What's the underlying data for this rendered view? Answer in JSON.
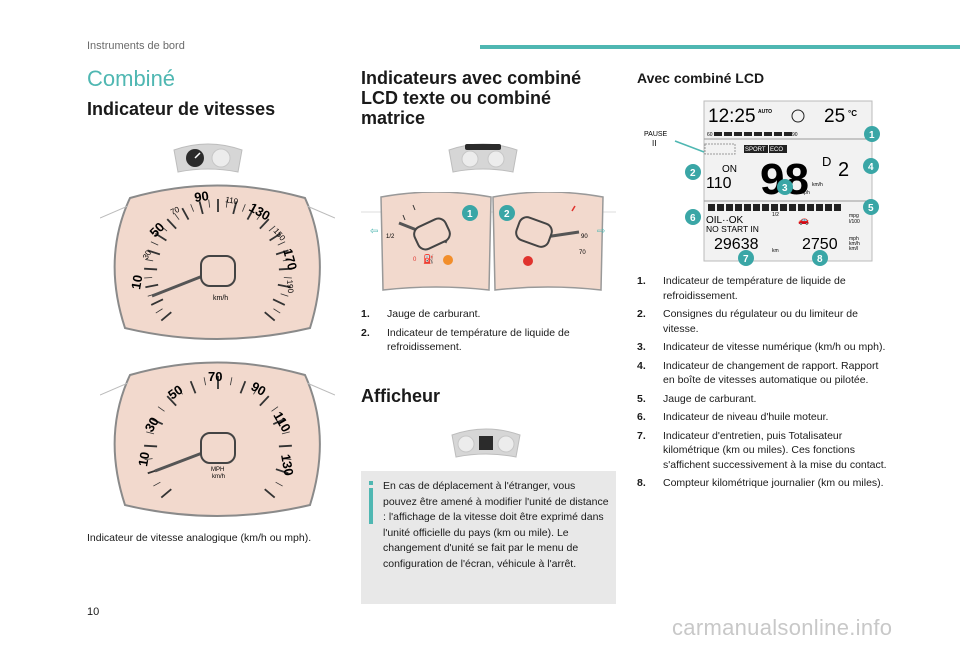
{
  "header": {
    "label": "Instruments de bord"
  },
  "page_number": "10",
  "watermark": "carmanualsonline.info",
  "col1": {
    "section_title": "Combiné",
    "heading": "Indicateur de vitesses",
    "speedo_kmh": {
      "ticks": [
        "10",
        "30",
        "50",
        "70",
        "90",
        "110",
        "130",
        "150",
        "170",
        "190"
      ],
      "unit": "km/h"
    },
    "speedo_mph": {
      "ticks": [
        "10",
        "30",
        "50",
        "70",
        "90",
        "110",
        "130"
      ],
      "unit1": "MPH",
      "unit2": "km/h"
    },
    "caption": "Indicateur de vitesse analogique (km/h ou mph)."
  },
  "col2": {
    "heading_lines": [
      "Indicateurs avec combiné",
      "LCD texte ou combiné",
      "matrice"
    ],
    "gauge_labels": {
      "half": "1/2",
      "zero": "0",
      "c90": "90",
      "c70": "70",
      "badge1": "1",
      "badge2": "2"
    },
    "list": [
      {
        "num": "1.",
        "text": "Jauge de carburant."
      },
      {
        "num": "2.",
        "text": "Indicateur de température de liquide de refroidissement."
      }
    ],
    "afficheur_heading": "Afficheur",
    "info_text": "En cas de déplacement à l'étranger, vous pouvez être amené à modifier l'unité de distance : l'affichage de la vitesse doit être exprimé dans l'unité officielle du pays (km ou mile). Le changement d'unité se fait par le menu de configuration de l'écran, véhicule à l'arrêt."
  },
  "col3": {
    "heading": "Avec combiné LCD",
    "lcd": {
      "time": "12:25",
      "auto": "AUTO",
      "temp": "25",
      "temp_unit": "°C",
      "pause": "PAUSE",
      "pause_sym": "II",
      "sport": "SPORT",
      "eco": "ECO",
      "on": "ON",
      "limit": "110",
      "speed": "98",
      "speed_unit": "km/h",
      "speed_unit2": "mph",
      "gear": "D",
      "gear_num": "2",
      "oil": "OIL··OK",
      "nostart": "NO START IN",
      "odo": "29638",
      "odo_unit": "km",
      "trip": "2750",
      "trip_units": [
        "mpg",
        "l/100",
        "mph",
        "km/h",
        "km/l"
      ],
      "half": "1/2",
      "scale60": "60",
      "scale90": "90",
      "badges": [
        "1",
        "2",
        "3",
        "4",
        "5",
        "6",
        "7",
        "8"
      ]
    },
    "list": [
      {
        "num": "1.",
        "text": "Indicateur de température de liquide de refroidissement."
      },
      {
        "num": "2.",
        "text": "Consignes du régulateur ou du limiteur de vitesse."
      },
      {
        "num": "3.",
        "text": "Indicateur de vitesse numérique (km/h ou mph)."
      },
      {
        "num": "4.",
        "text": "Indicateur de changement de rapport. Rapport en boîte de vitesses automatique ou pilotée."
      },
      {
        "num": "5.",
        "text": "Jauge de carburant."
      },
      {
        "num": "6.",
        "text": "Indicateur de niveau d'huile moteur."
      },
      {
        "num": "7.",
        "text": "Indicateur d'entretien, puis Totalisateur kilométrique (km ou miles). Ces fonctions s'affichent successivement à la mise du contact."
      },
      {
        "num": "8.",
        "text": "Compteur kilométrique journalier (km ou miles)."
      }
    ]
  },
  "colors": {
    "accent": "#4fb7b2",
    "badge": "#3aa6a6",
    "info_bg": "#e8e8e8",
    "warning_red": "#e0332e"
  }
}
